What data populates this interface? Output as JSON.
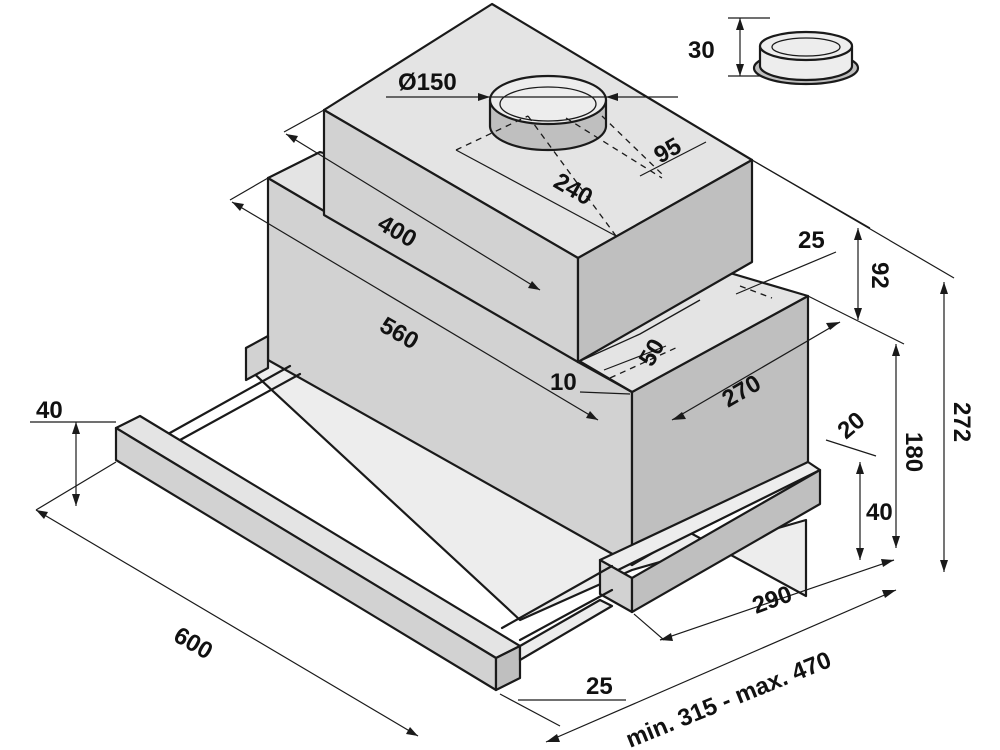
{
  "dimensions": {
    "duct_diameter": "Ø150",
    "collar_height": "30",
    "duct_offset": "95",
    "duct_center": "240",
    "box_width": "400",
    "frame_width": "560",
    "step_offset": "10",
    "recess_depth": "50",
    "recess_length": "270",
    "rear_gap": "25",
    "box_height": "92",
    "total_height": "272",
    "body_height": "180",
    "rear_step_depth": "20",
    "rear_rail_height": "40",
    "rear_depth": "290",
    "extension_range": "min. 315 - max. 470",
    "front_panel_height": "40",
    "total_width": "600",
    "front_gap": "25"
  }
}
